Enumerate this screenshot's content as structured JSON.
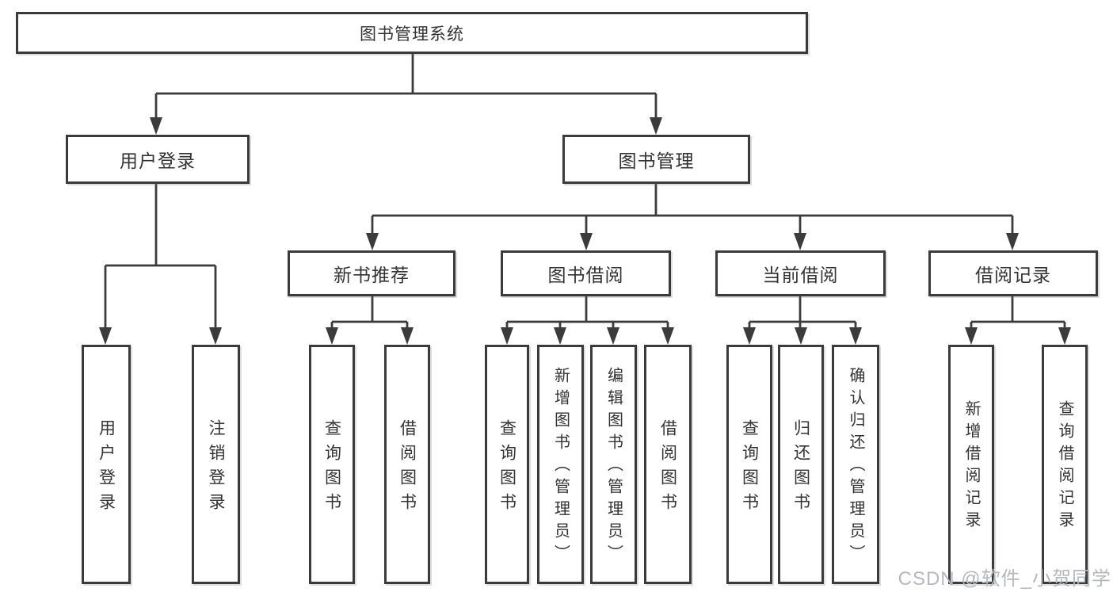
{
  "nodes": {
    "root": "图书管理系统",
    "user_login": "用户登录",
    "book_management": "图书管理",
    "new_book_recommend": "新书推荐",
    "book_borrowing": "图书借阅",
    "current_borrowing": "当前借阅",
    "borrowing_records": "借阅记录",
    "leaf_user_login": "用户登录",
    "leaf_logout": "注销登录",
    "leaf_query_books_recommend": "查询图书",
    "leaf_borrow_books_recommend": "借阅图书",
    "leaf_query_books_borrowing": "查询图书",
    "leaf_add_books_admin": "新增图书（管理员）",
    "leaf_edit_books_admin": "编辑图书（管理员）",
    "leaf_borrow_books_borrowing": "借阅图书",
    "leaf_query_books_current": "查询图书",
    "leaf_return_books": "归还图书",
    "leaf_confirm_return_admin": "确认归还（管理员）",
    "leaf_add_borrow_record": "新增借阅记录",
    "leaf_query_borrow_record": "查询借阅记录"
  },
  "watermark": "CSDN @软件_小贺同学",
  "colors": {
    "line": "#3b3b3b",
    "text": "#333333",
    "box_background": "#ffffff",
    "watermark": "#b4b8be"
  }
}
